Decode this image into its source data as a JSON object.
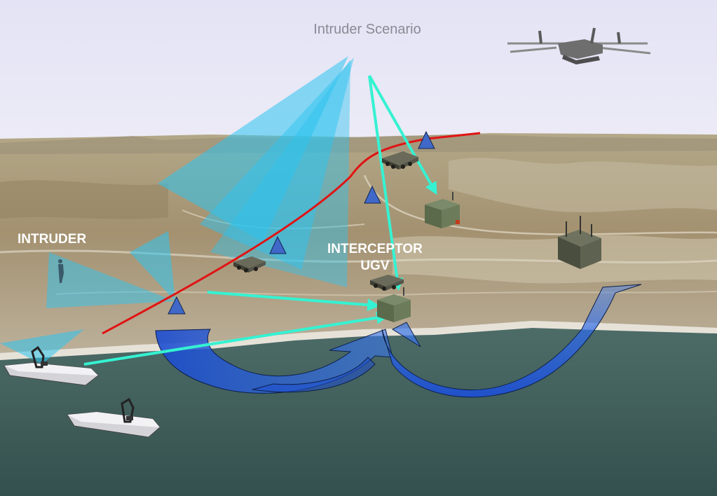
{
  "title": "Intruder Scenario",
  "labels": {
    "intruder": "INTRUDER",
    "interceptor_line1": "INTERCEPTOR",
    "interceptor_line2": "UGV"
  },
  "colors": {
    "sky": "#e7e7f5",
    "sea": "#3f5f5c",
    "terrain": "#a99a78",
    "sensor_cone": "#2ec4f0",
    "track_arrow": "#35f2d2",
    "boundary_line": "#e01414",
    "maneuver_arrow": "#1a55d8",
    "waypoint_marker": "#3f68c8",
    "title_text": "#8a8a94",
    "label_text": "#ffffff"
  },
  "icons": [
    "uav-icon",
    "usv-boat-icon",
    "ugv-vehicle-icon",
    "sensor-shelter-icon",
    "antenna-station-icon",
    "waypoint-triangle-icon",
    "intruder-person-icon"
  ]
}
